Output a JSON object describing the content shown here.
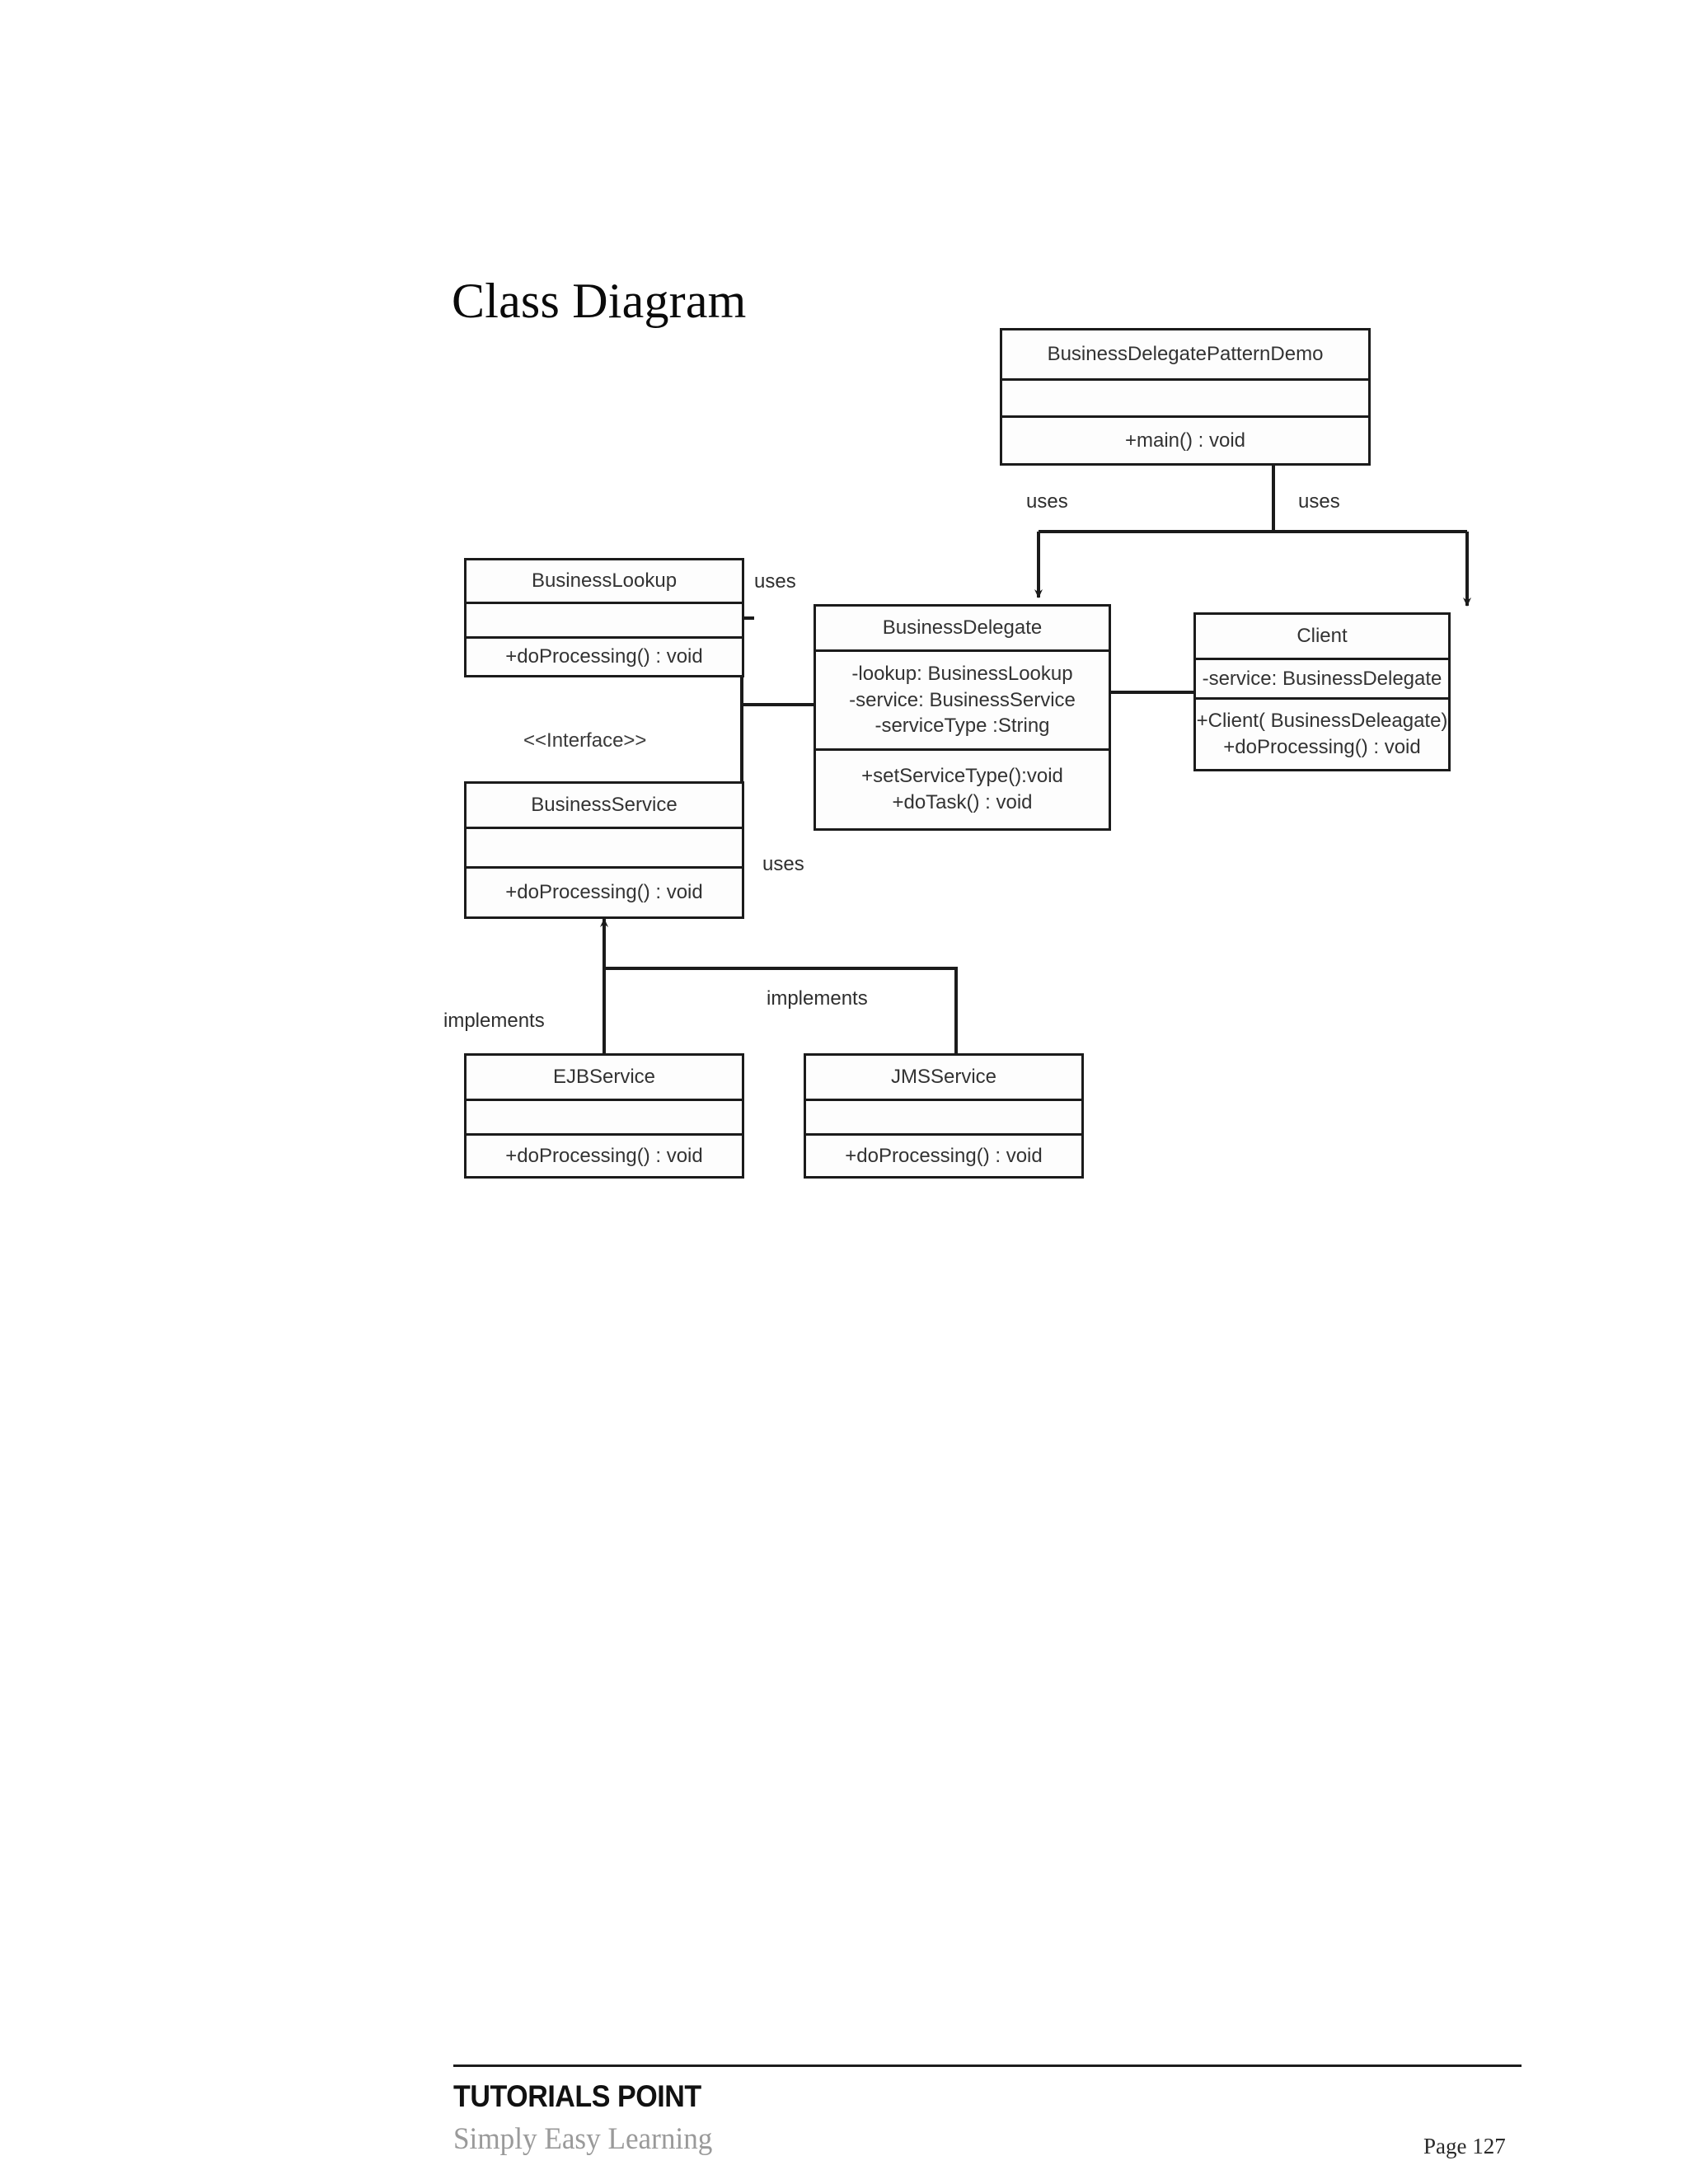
{
  "document": {
    "heading": "Class Diagram"
  },
  "diagram": {
    "type": "uml-class-diagram",
    "classes": [
      {
        "id": "demo",
        "name": "BusinessDelegatePatternDemo",
        "stereotype": "",
        "attributes": [],
        "methods": [
          "+main()  : void"
        ]
      },
      {
        "id": "business-lookup",
        "name": "BusinessLookup",
        "stereotype": "",
        "attributes": [],
        "methods": [
          "+doProcessing()   : void"
        ]
      },
      {
        "id": "business-delegate",
        "name": "BusinessDelegate",
        "stereotype": "",
        "attributes": [
          "-lookup:  BusinessLookup",
          "-service:  BusinessService",
          "-serviceType  :String"
        ],
        "methods": [
          "+setServiceType():void",
          "+doTask()  : void"
        ]
      },
      {
        "id": "client",
        "name": "Client",
        "stereotype": "",
        "attributes": [
          "-service:  BusinessDelegate"
        ],
        "methods": [
          "+Client(  BusinessDeleagate)",
          "+doProcessing()   : void"
        ]
      },
      {
        "id": "business-service",
        "name": "BusinessService",
        "stereotype": "<<Interface>>",
        "attributes": [],
        "methods": [
          "+doProcessing()   : void"
        ]
      },
      {
        "id": "ejb-service",
        "name": "EJBService",
        "stereotype": "",
        "attributes": [],
        "methods": [
          "+doProcessing()   : void"
        ]
      },
      {
        "id": "jms-service",
        "name": "JMSService",
        "stereotype": "",
        "attributes": [],
        "methods": [
          "+doProcessing()   : void"
        ]
      }
    ],
    "relationships": [
      {
        "id": "demo-uses-delegate",
        "from": "demo",
        "to": "business-delegate",
        "label": "uses"
      },
      {
        "id": "demo-uses-client",
        "from": "demo",
        "to": "client",
        "label": "uses"
      },
      {
        "id": "delegate-uses-lookup",
        "from": "business-delegate",
        "to": "business-lookup",
        "label": "uses"
      },
      {
        "id": "delegate-uses-service",
        "from": "business-delegate",
        "to": "business-service",
        "label": "uses"
      },
      {
        "id": "client-uses-delegate",
        "from": "client",
        "to": "business-delegate",
        "label": ""
      },
      {
        "id": "ejb-implements-service",
        "from": "ejb-service",
        "to": "business-service",
        "label": "implements"
      },
      {
        "id": "jms-implements-service",
        "from": "jms-service",
        "to": "business-service",
        "label": "implements"
      }
    ]
  },
  "footer": {
    "brand": "TUTORIALS POINT",
    "tagline": "Simply Easy Learning",
    "page": "Page 127"
  }
}
